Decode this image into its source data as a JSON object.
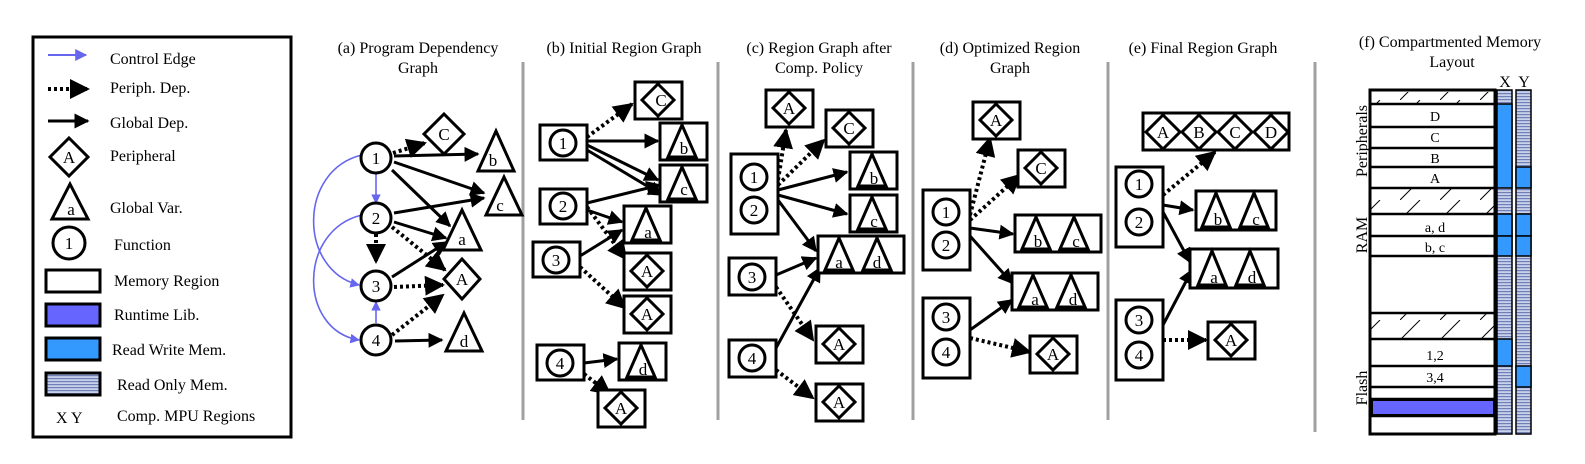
{
  "legend": {
    "control_edge": "Control Edge",
    "periph_dep": "Periph. Dep.",
    "global_dep": "Global Dep.",
    "peripheral": "Peripheral",
    "global_var": "Global Var.",
    "function": "Function",
    "memory_region": "Memory Region",
    "runtime_lib": "Runtime Lib.",
    "rw_mem": "Read Write Mem.",
    "ro_mem": "Read Only Mem.",
    "mpu_regions": "Comp. MPU Regions",
    "xy": "X Y",
    "sym_periph": "A",
    "sym_var": "a",
    "sym_func": "1"
  },
  "panels": {
    "a": {
      "line1": "(a) Program Dependency",
      "line2": "Graph"
    },
    "b": {
      "line1": "(b) Initial Region Graph"
    },
    "c": {
      "line1": "(c) Region Graph after",
      "line2": "Comp. Policy"
    },
    "d": {
      "line1": "(d) Optimized Region",
      "line2": "Graph"
    },
    "e": {
      "line1": "(e) Final Region Graph"
    },
    "f": {
      "line1": "(f) Compartmented Memory",
      "line2": "Layout",
      "col_x": "X",
      "col_y": "Y"
    }
  },
  "memory_layout": {
    "section_peripherals": "Peripherals",
    "section_ram": "RAM",
    "section_flash": "Flash",
    "rows": [
      "D",
      "C",
      "B",
      "A",
      "a, d",
      "b, c",
      "1,2",
      "3,4"
    ]
  },
  "colors": {
    "control_edge": "#6666ee",
    "runtime_lib": "#6666ff",
    "rw_mem": "#3399ff",
    "ro_mem": "#8899cc",
    "divider": "#a0a0a0"
  }
}
